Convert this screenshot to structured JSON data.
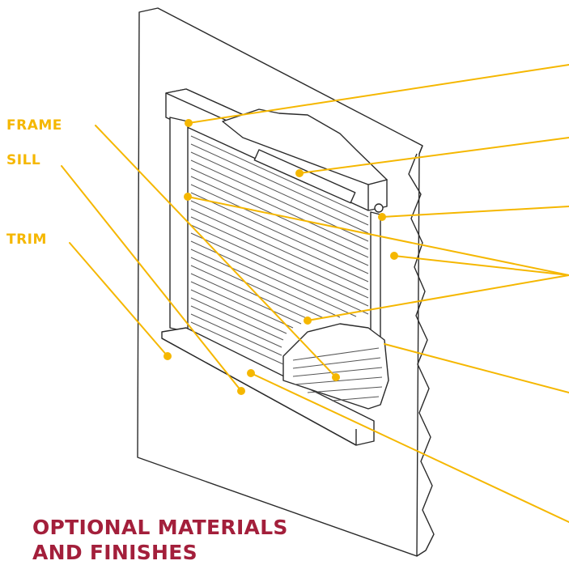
{
  "labels": {
    "frame": "FRAME",
    "sill": "SILL",
    "trim": "TRIM"
  },
  "heading": {
    "line1": "OPTIONAL MATERIALS",
    "line2": "AND FINISHES"
  },
  "colors": {
    "accent": "#F5B700",
    "heading": "#A31F3B",
    "outline": "#2a2a2a"
  }
}
